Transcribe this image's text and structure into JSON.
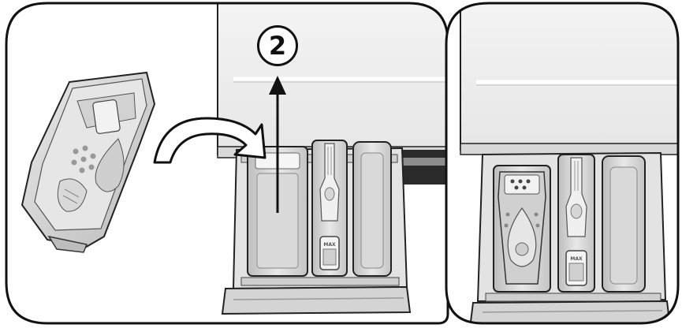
{
  "step": {
    "number": "2"
  },
  "labels": {
    "middle_max": "MAX",
    "right_max": "MAX"
  },
  "colors": {
    "outline": "#111111",
    "panel_fill": "#f2f2f2",
    "plastic_light": "#e4e4e4",
    "plastic_mid": "#c9c9c9",
    "plastic_dark": "#8a8a8a"
  },
  "icons": [
    "curved-arrow-icon",
    "up-arrow-icon"
  ]
}
